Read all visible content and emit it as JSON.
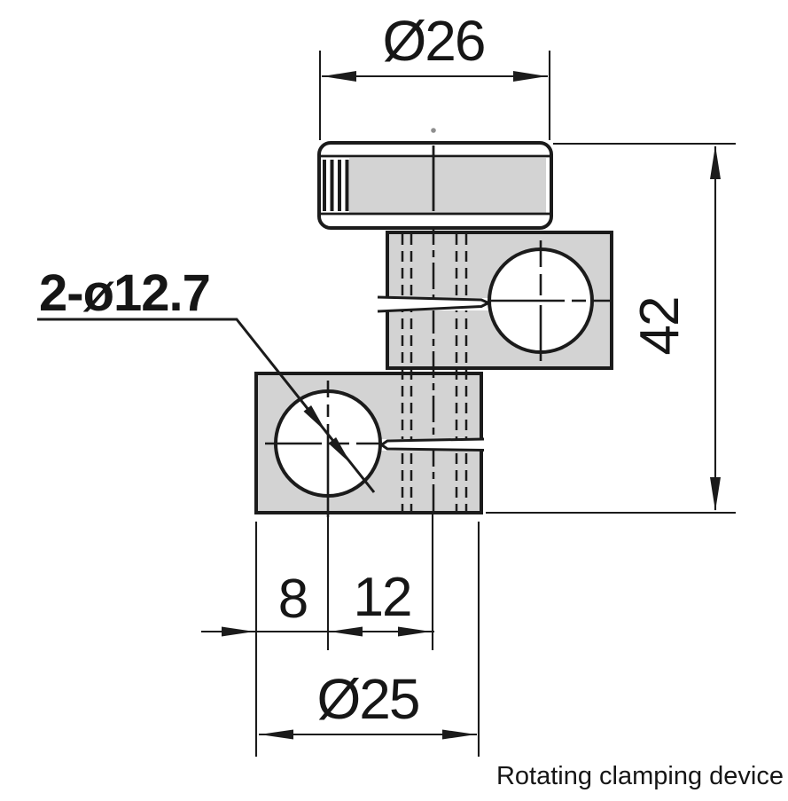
{
  "drawing": {
    "caption": "Rotating clamping device",
    "dimensions": {
      "knob_diameter": "Ø26",
      "overall_height": "42",
      "clamp_holes": "2-ø12.7",
      "edge_to_hole": "8",
      "hole_to_axis": "12",
      "body_diameter": "Ø25"
    },
    "colors": {
      "line": "#1b1b1b",
      "part_fill": "#d3d3d3",
      "background": "#ffffff"
    }
  }
}
